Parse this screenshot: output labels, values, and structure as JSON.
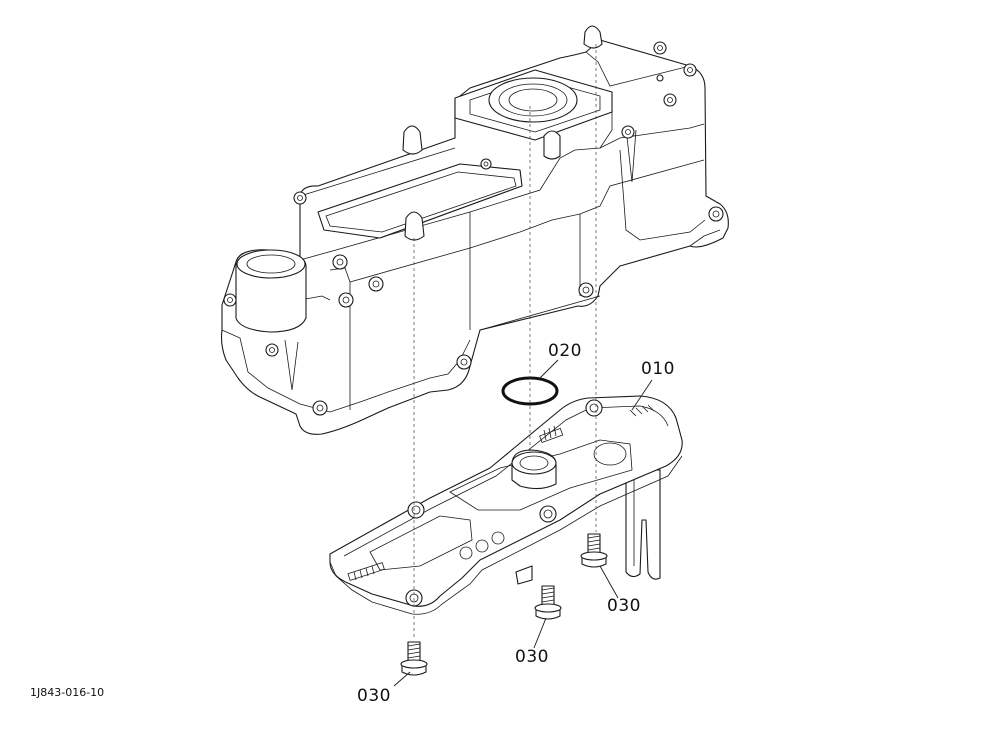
{
  "labels": {
    "part_010": "010",
    "part_020": "020",
    "part_030_left": "030",
    "part_030_center": "030",
    "part_030_right": "030"
  },
  "drawing_code": "1J843-016-10"
}
